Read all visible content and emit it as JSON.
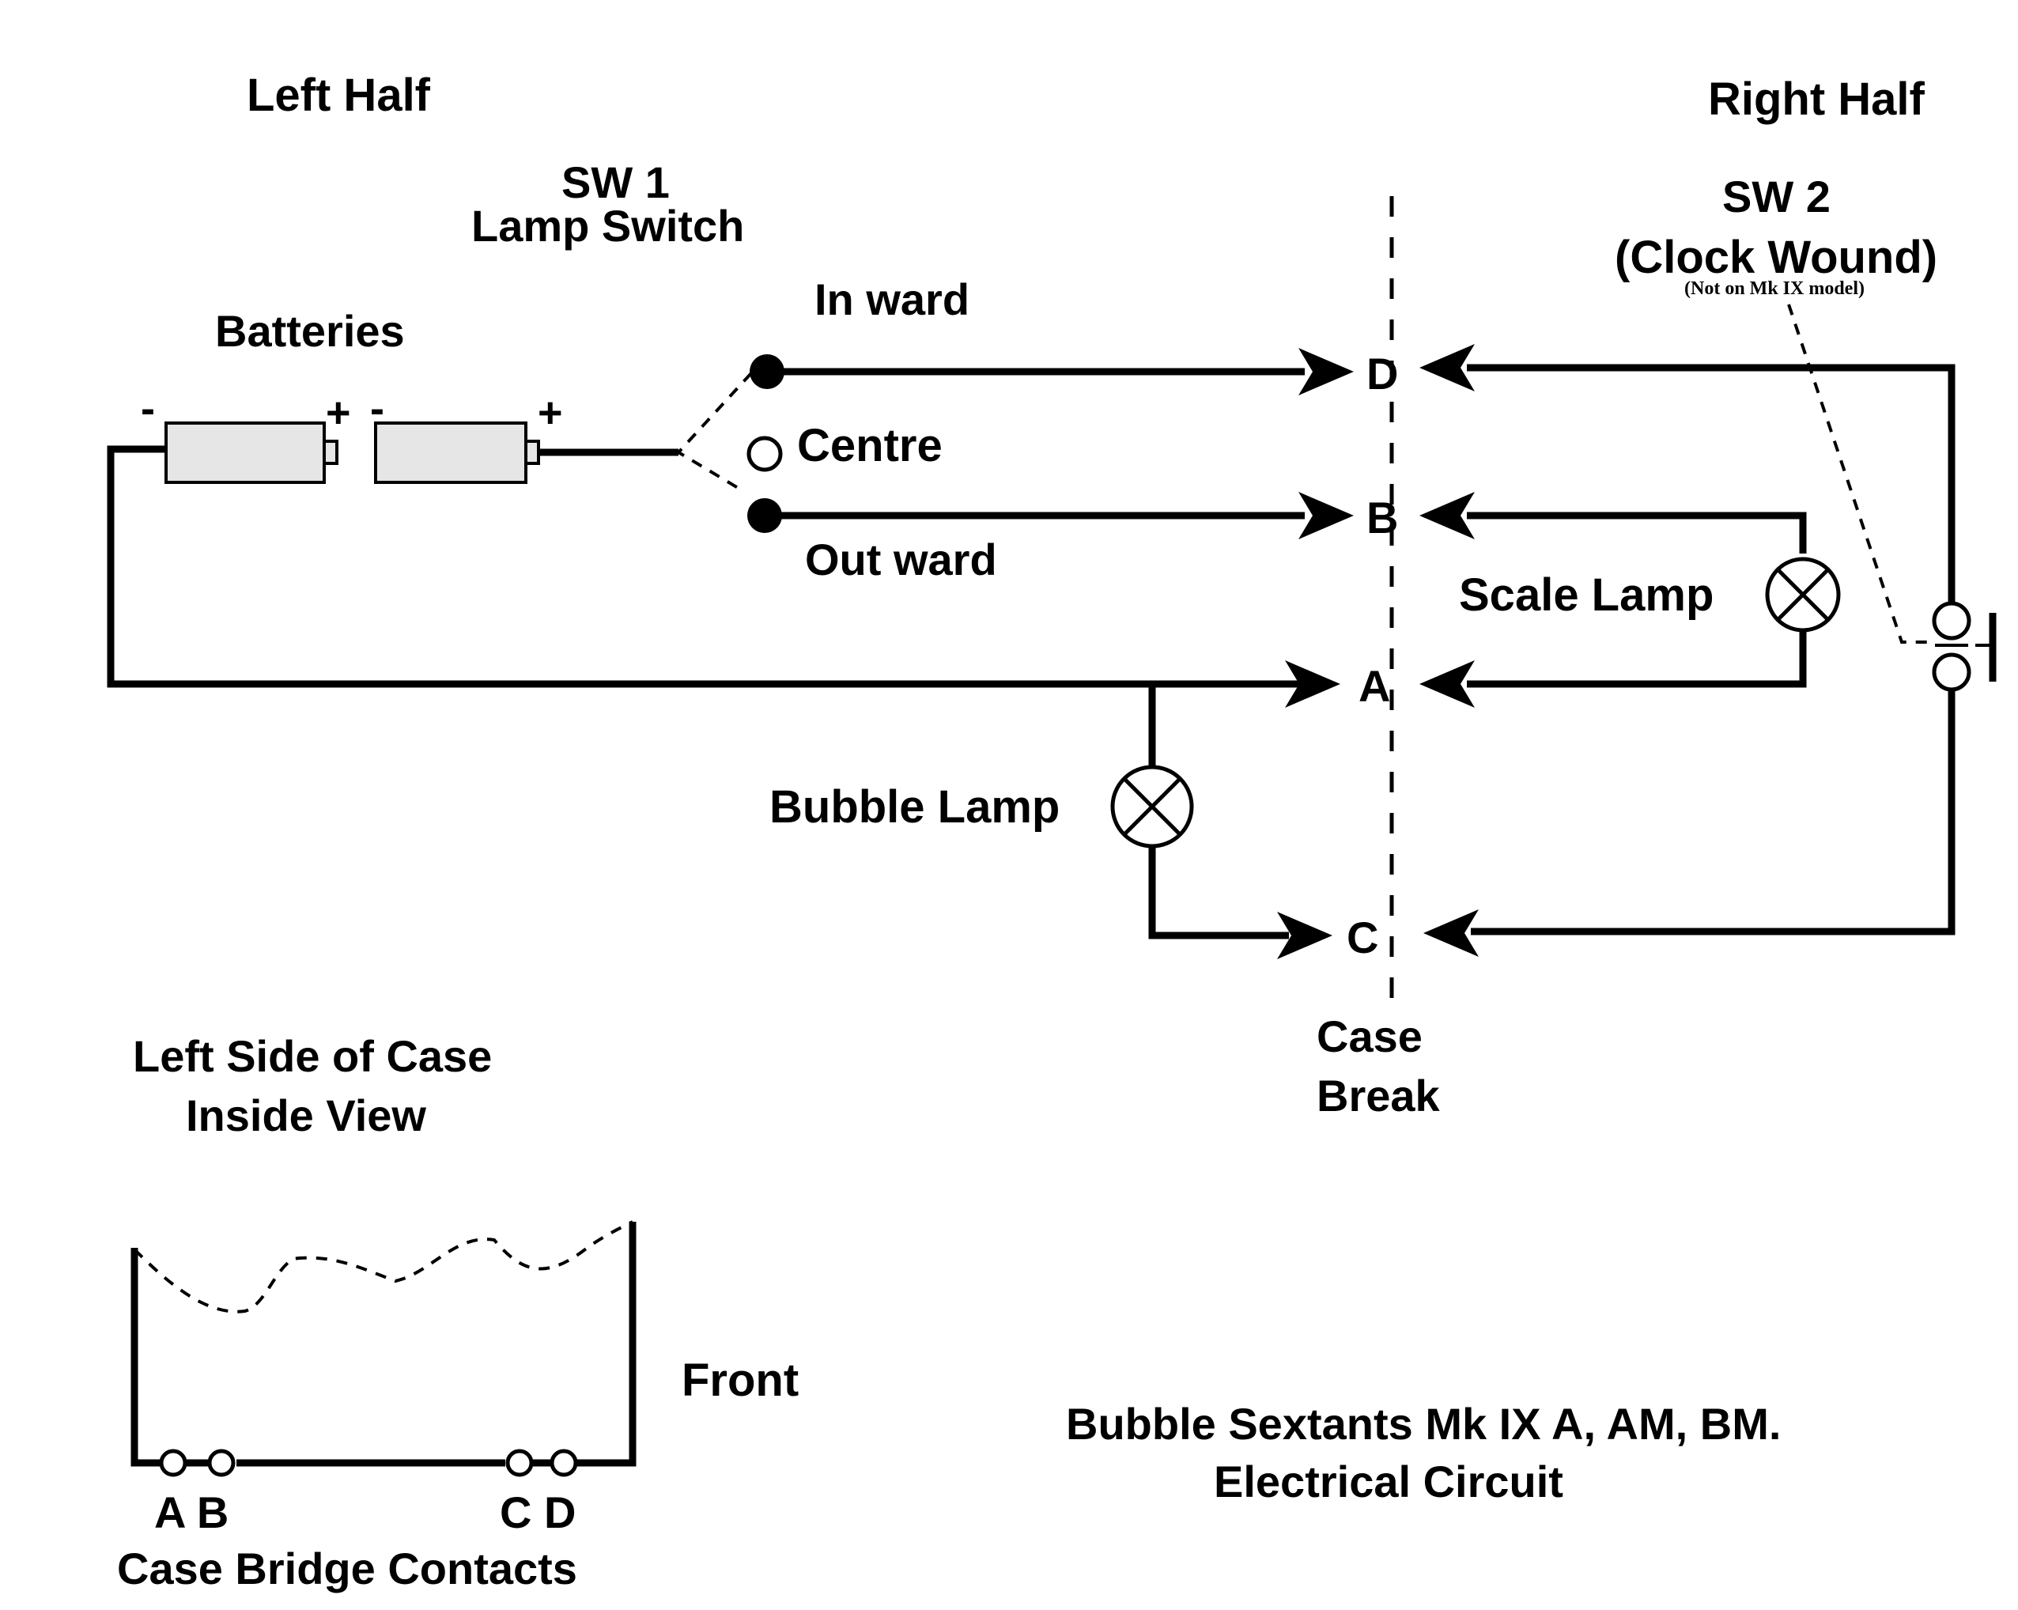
{
  "labels": {
    "left_half": "Left Half",
    "right_half": "Right Half",
    "sw1_line1": "SW 1",
    "sw1_line2": "Lamp Switch",
    "sw2_line1": "SW 2",
    "sw2_line2": "(Clock Wound)",
    "sw2_note": "(Not on Mk IX model)",
    "batteries": "Batteries",
    "minus": "-",
    "plus": "+",
    "in_ward": "In  ward",
    "centre": "Centre",
    "out_ward": "Out  ward",
    "scale_lamp": "Scale Lamp",
    "bubble_lamp": "Bubble Lamp",
    "contact_d": "D",
    "contact_b": "B",
    "contact_a": "A",
    "contact_c": "C",
    "case_break_line1": "Case",
    "case_break_line2": "Break",
    "left_side_line1": "Left Side of Case",
    "left_side_line2": "Inside View",
    "front": "Front",
    "bridge_ab": "A B",
    "bridge_cd": "C D",
    "bridge_contacts": "Case Bridge Contacts",
    "title_line1": "Bubble Sextants Mk IX A, AM, BM.",
    "title_line2": "Electrical Circuit"
  },
  "colors": {
    "ink": "#000000",
    "battery_fill": "#e6e6e6",
    "background": "#ffffff"
  }
}
